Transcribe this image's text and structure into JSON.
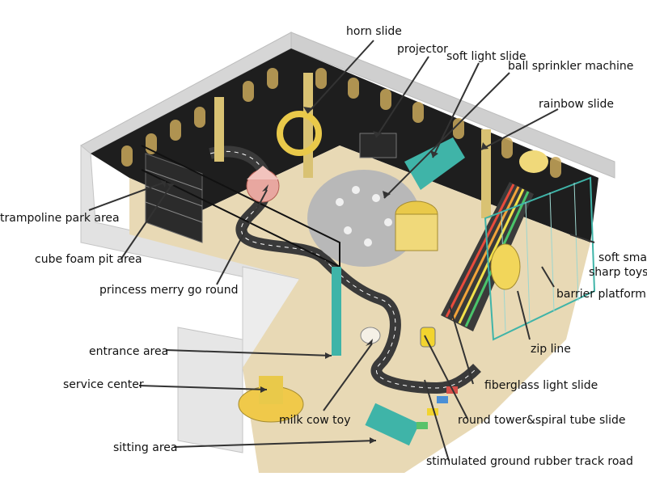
{
  "labels": {
    "horn_slide": "horn slide",
    "projector": "projector",
    "soft_light_slide": "soft light slide",
    "ball_sprinkler": "ball sprinkler machine",
    "rainbow_slide": "rainbow slide",
    "trampoline": "trampoline park area",
    "cube_foam": "cube foam pit area",
    "merry_go_round": "princess merry go round",
    "soft_small_1": "soft small",
    "soft_small_2": "sharp toys",
    "barrier_platform": "barrier platform",
    "zip_line": "zip line",
    "entrance": "entrance area",
    "service_center": "service center",
    "fiberglass_slide": "fiberglass light slide",
    "milk_cow": "milk cow toy",
    "round_tower": "round tower&spiral tube slide",
    "sitting_area": "sitting area",
    "rubber_track": "stimulated ground rubber track road"
  },
  "colors": {
    "wall_exterior": "#d9d9d9",
    "wall_interior": "#1e1e1e",
    "floor": "#e8d9b5",
    "track": "#3a3a3a",
    "accent_teal": "#3fb4a8",
    "accent_yellow": "#e9c94a",
    "leader_line": "#333333"
  }
}
